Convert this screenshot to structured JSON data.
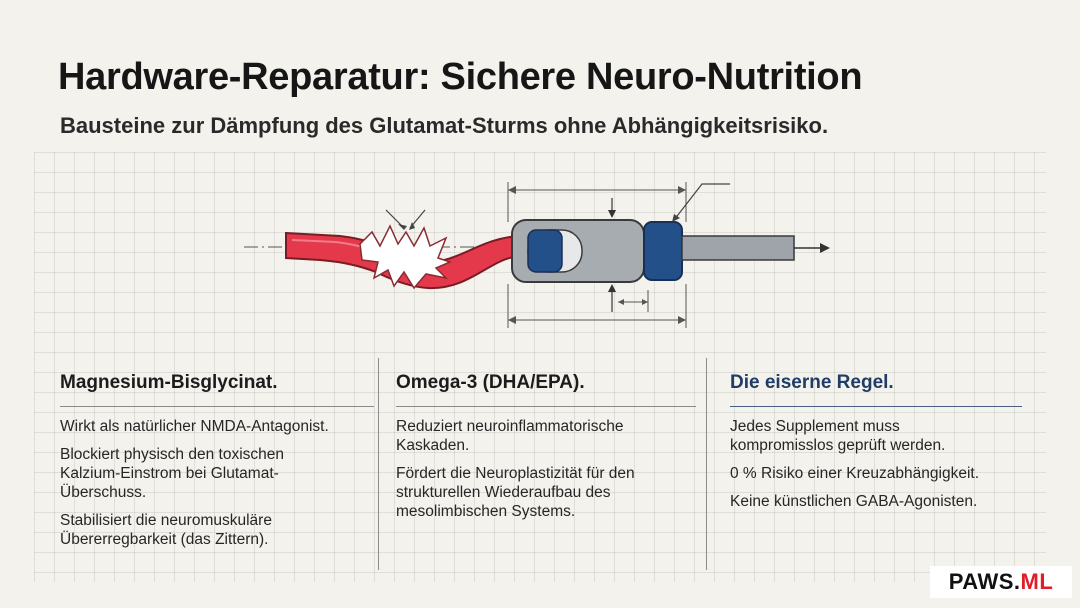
{
  "header": {
    "title": "Hardware-Reparatur: Sichere Neuro-Nutrition",
    "subtitle": "Bausteine zur Dämpfung des Glutamat-Sturms ohne Abhängigkeitsrisiko."
  },
  "colors": {
    "damaged_cable": "#e3394a",
    "connector_body": "#a7acb1",
    "connector_core": "#24508a",
    "repaired_cable": "#9ea4aa",
    "rule_accent": "#1f3d66"
  },
  "columns": [
    {
      "heading": "Magnesium-Bisglycinat.",
      "points": [
        "Wirkt als natürlicher NMDA-Antagonist.",
        "Blockiert physisch den toxischen Kalzium-Einstrom bei Glutamat-Überschuss.",
        "Stabilisiert die neuromuskuläre Übererregbarkeit (das Zittern)."
      ]
    },
    {
      "heading": "Omega-3 (DHA/EPA).",
      "points": [
        "Reduziert neuroinflammatorische Kaskaden.",
        "Fördert die Neuroplastizität für den strukturellen Wiederaufbau des mesolimbischen Systems."
      ]
    },
    {
      "heading": "Die eiserne Regel.",
      "points": [
        "Jedes Supplement muss kompromisslos geprüft werden.",
        "0 % Risiko einer Kreuzabhängigkeit.",
        "Keine künstlichen GABA-Agonisten."
      ]
    }
  ],
  "logo": {
    "part1": "PAWS.",
    "part2": "ML"
  }
}
